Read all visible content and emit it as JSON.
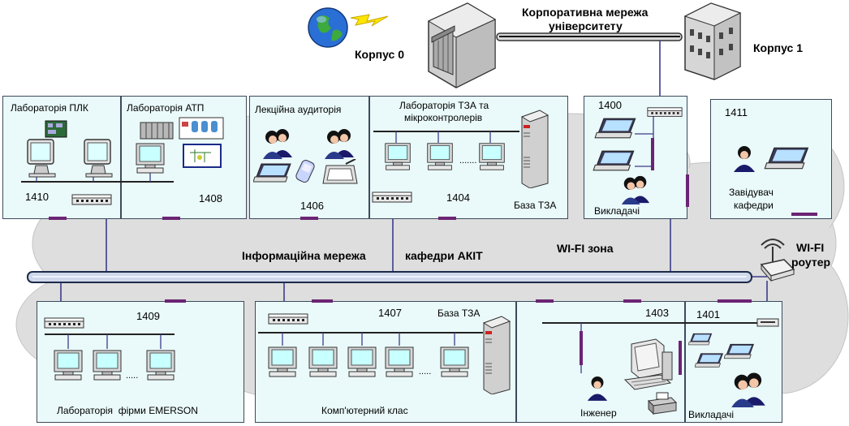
{
  "colors": {
    "room_fill": "#eaf9f9",
    "backbone": "#1e2a4a",
    "cloud": "#dcdcdc",
    "marker": "#6b2474",
    "line": "#3c3c8c"
  },
  "top": {
    "corporate_network_line1": "Корпоративна мережа",
    "corporate_network_line2": "університету",
    "building0": "Корпус 0",
    "building1": "Корпус 1"
  },
  "backbone": {
    "label_left": "Інформаційна мережа",
    "label_right": "кафедри АКІТ",
    "wifi_zone": "WI-FI зона",
    "router_line1": "WI-FI",
    "router_line2": "роутер"
  },
  "rooms": {
    "r1410": {
      "number": "1410",
      "title": "Лабораторія ПЛК"
    },
    "r1408": {
      "number": "1408",
      "title": "Лабораторія АТП"
    },
    "r1406": {
      "number": "1406",
      "title": "Лекційна аудиторія"
    },
    "r1404": {
      "number": "1404",
      "title_line1": "Лабораторія ТЗА та",
      "title_line2": "мікроконтролерів",
      "base": "База ТЗА"
    },
    "r1400": {
      "number": "1400",
      "people": "Викладачі"
    },
    "r1411": {
      "number": "1411",
      "head_line1": "Завідувач",
      "head_line2": "кафедри"
    },
    "r1409": {
      "number": "1409",
      "title": "Лабораторія  фірми EMERSON"
    },
    "r1407": {
      "number": "1407",
      "title": "Комп'ютерний клас",
      "base": "База ТЗА"
    },
    "r1403": {
      "number": "1403",
      "people": "Інженер"
    },
    "r1401": {
      "number": "1401",
      "people": "Викладачі"
    }
  }
}
